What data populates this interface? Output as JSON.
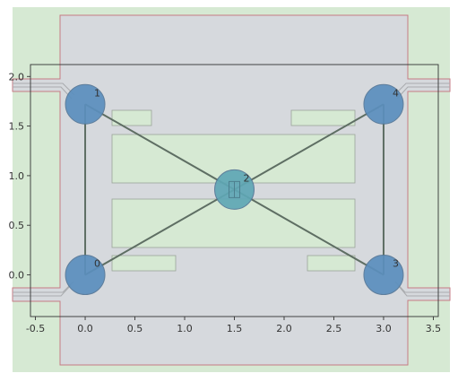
{
  "colors": {
    "background_fill": "#d6e9d3",
    "chip_fill": "#d6d9dd",
    "chip_outline": "#c77b84",
    "island_fill": "#d6e9d3",
    "island_outline": "#9aa39a",
    "node_fill": "#5b8fbe",
    "center_node_fill": "#5fa7b5",
    "node_stroke": "#557797",
    "edge_color": "#5e6e63",
    "axes_color": "#333333"
  },
  "chart_data": {
    "type": "graph",
    "xlim": [
      -0.55,
      3.55
    ],
    "ylim": [
      -0.42,
      2.12
    ],
    "x_ticks": [
      -0.5,
      0.0,
      0.5,
      1.0,
      1.5,
      2.0,
      2.5,
      3.0,
      3.5
    ],
    "x_tick_labels": [
      "-0.5",
      "0.0",
      "0.5",
      "1.0",
      "1.5",
      "2.0",
      "2.5",
      "3.0",
      "3.5"
    ],
    "y_ticks": [
      0.0,
      0.5,
      1.0,
      1.5,
      2.0
    ],
    "y_tick_labels": [
      "0.0",
      "0.5",
      "1.0",
      "1.5",
      "2.0"
    ],
    "grid": false,
    "nodes": [
      {
        "id": "0",
        "x": 0.0,
        "y": 0.0
      },
      {
        "id": "1",
        "x": 0.0,
        "y": 1.72
      },
      {
        "id": "2",
        "x": 1.5,
        "y": 0.86
      },
      {
        "id": "3",
        "x": 3.0,
        "y": 0.0
      },
      {
        "id": "4",
        "x": 3.0,
        "y": 1.72
      }
    ],
    "edges": [
      [
        "0",
        "1"
      ],
      [
        "1",
        "2"
      ],
      [
        "0",
        "2"
      ],
      [
        "2",
        "4"
      ],
      [
        "2",
        "3"
      ],
      [
        "3",
        "4"
      ]
    ]
  }
}
